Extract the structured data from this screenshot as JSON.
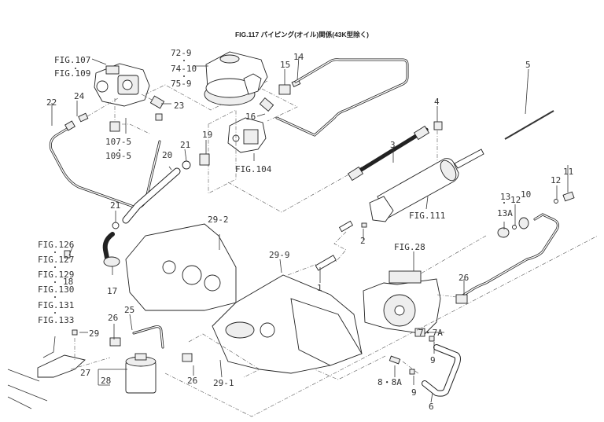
{
  "title": "FIG.117 パイピング(オイル)関係(43K型除く)",
  "labels": {
    "fig107": "FIG.107",
    "fig109": "FIG.109",
    "l72_9": "72-9",
    "l74_10": "74-10",
    "l75_9": "75-9",
    "l15": "15",
    "l14": "14",
    "l22": "22",
    "l24": "24",
    "l23": "23",
    "l16": "16",
    "l107_5": "107-5",
    "l109_5": "109-5",
    "l21a": "21",
    "l19": "19",
    "l20": "20",
    "fig104": "FIG.104",
    "l3": "3",
    "l4": "4",
    "l5": "5",
    "fig111": "FIG.111",
    "l2": "2",
    "l13": "13",
    "l13a": "13A",
    "l12a": "12",
    "l10": "10",
    "l12b": "12",
    "l11": "11",
    "l21b": "21",
    "l29_2": "29-2",
    "fig126": "FIG.126",
    "fig127": "FIG.127",
    "fig129": "FIG.129",
    "fig130": "FIG.130",
    "fig131": "FIG.131",
    "fig133": "FIG.133",
    "l18": "18",
    "l17": "17",
    "l29_9": "29-9",
    "l1": "1",
    "fig28": "FIG.28",
    "l26a": "26",
    "l26b": "26",
    "l26c": "26",
    "l25": "25",
    "l29": "29",
    "l27": "27",
    "l28": "28",
    "l29_1": "29-1",
    "l7": "7・7A",
    "l9a": "9",
    "l8": "8・8A",
    "l9b": "9",
    "l6": "6"
  }
}
